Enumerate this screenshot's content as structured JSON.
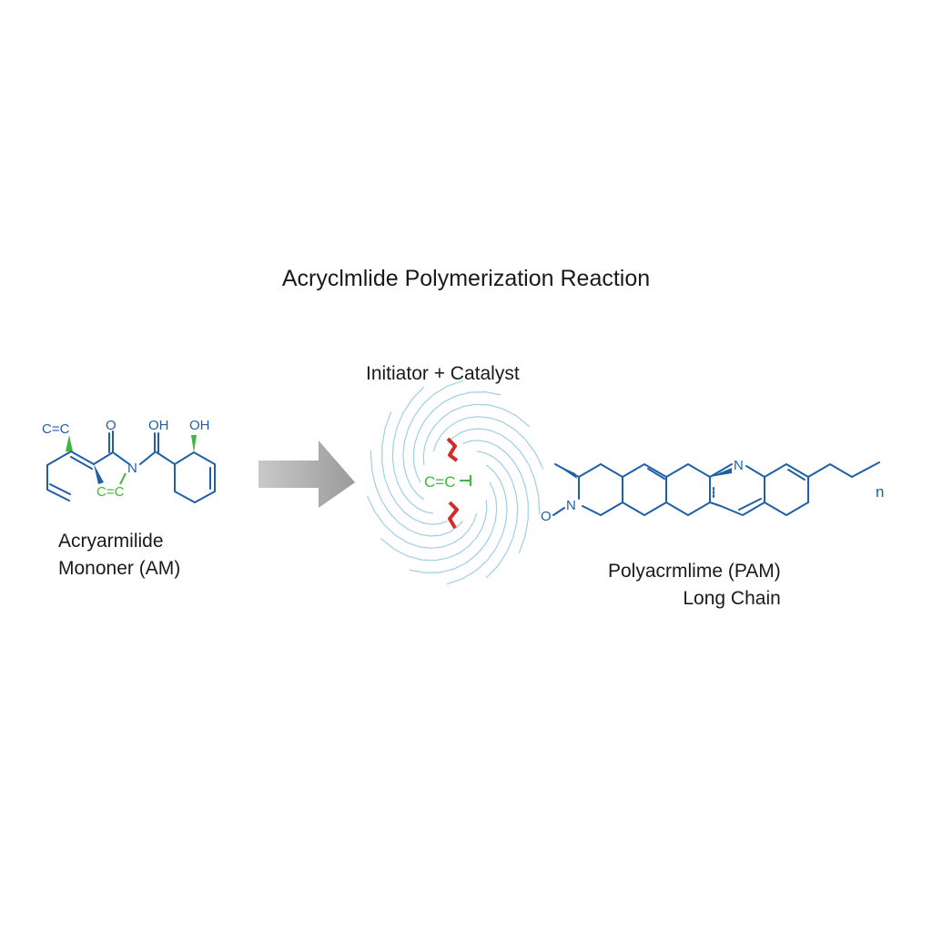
{
  "title": "Acryclmlide Polymerization Reaction",
  "monomer": {
    "label_line1": "Acryarmilide",
    "label_line2": "Mononer (AM)",
    "atoms": {
      "cc_top": "C=C",
      "o": "O",
      "n": "N",
      "oh1": "OH",
      "oh2": "OH",
      "cc_green": "C=C"
    }
  },
  "initiator": {
    "label": "Initiator + Catalyst",
    "core_text": "C=C"
  },
  "polymer": {
    "label_line1": "Polyacrmlime (PAM)",
    "label_line2": "Long Chain",
    "atoms": {
      "n_top": "N",
      "n_left": "N",
      "o_left": "O",
      "repeat": "n"
    }
  },
  "colors": {
    "bond_blue": "#1f5fa8",
    "accent_green": "#3db83d",
    "accent_red": "#d62a2a",
    "arrow_gray": "#a9a9a9",
    "swirl_blue": "#9fcfe3"
  }
}
